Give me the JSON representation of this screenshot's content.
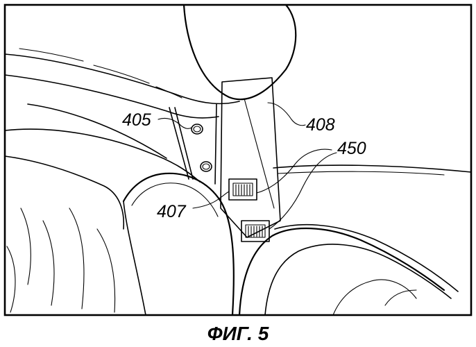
{
  "figure": {
    "caption": "ФИГ. 5",
    "labels": {
      "ref_405": "405",
      "ref_407": "407",
      "ref_408": "408",
      "ref_450": "450"
    }
  }
}
